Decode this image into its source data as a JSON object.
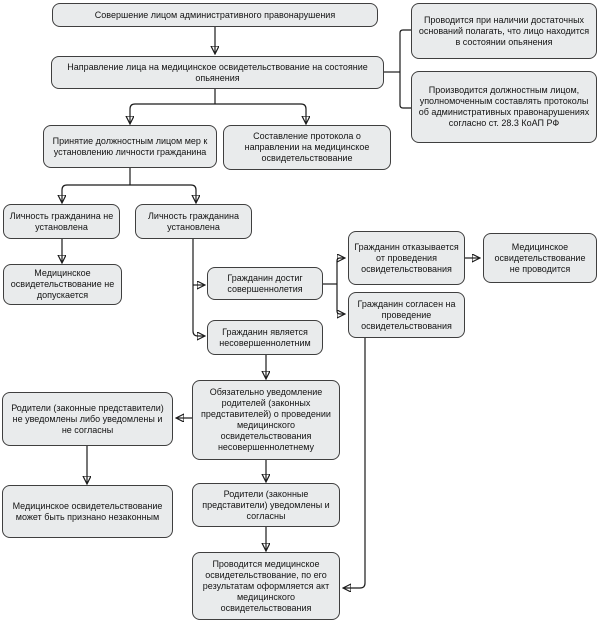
{
  "diagram": {
    "language": "ru",
    "colors": {
      "background": "#ffffff",
      "box_fill": "#e9ebec",
      "box_border": "#3f3f3f",
      "line": "#1a1a1a",
      "text": "#141414"
    },
    "nodes": {
      "offense": "Совершение лицом административного правонарушения",
      "referral": "Направление лица на медицинское освидетельствование на состояние опьянения",
      "note_grounds": "Проводится при наличии достаточных оснований полагать, что лицо находится в состоянии опьянения",
      "note_official": "Производится должностным лицом, уполномоченным составлять протоколы об административных правонарушениях согласно ст. 28.3 КоАП РФ",
      "identify": "Принятие должностным лицом мер к установлению личности гражданина",
      "protocol": "Составление протокола о направлении на медицинское освидетельствование",
      "not_identified": "Личность гражданина не установлена",
      "identified": "Личность гражданина установлена",
      "exam_not_allowed": "Медицинское освидетельствование не допускается",
      "adult": "Гражданин достиг совершеннолетия",
      "minor": "Гражданин является несовершеннолетним",
      "refuses": "Гражданин отказывается от проведения освидетельствования",
      "exam_not_conducted": "Медицинское освидетельствование не проводится",
      "agrees": "Гражданин согласен на проведение освидетельствования",
      "notify": "Обязательно уведомление родителей (законных представителей) о проведении медицинского освидетельствования несовершеннолетнему",
      "parents_not_notified": "Родители (законные представители) не уведомлены либо уведомлены и не согласны",
      "exam_illegal": "Медицинское освидетельствование может быть признано незаконным",
      "parents_agree": "Родители (законные представители) уведомлены и согласны",
      "exam_conducted": "Проводится медицинское освидетельствование, по его результатам оформляется акт медицинского освидетельствования"
    }
  }
}
